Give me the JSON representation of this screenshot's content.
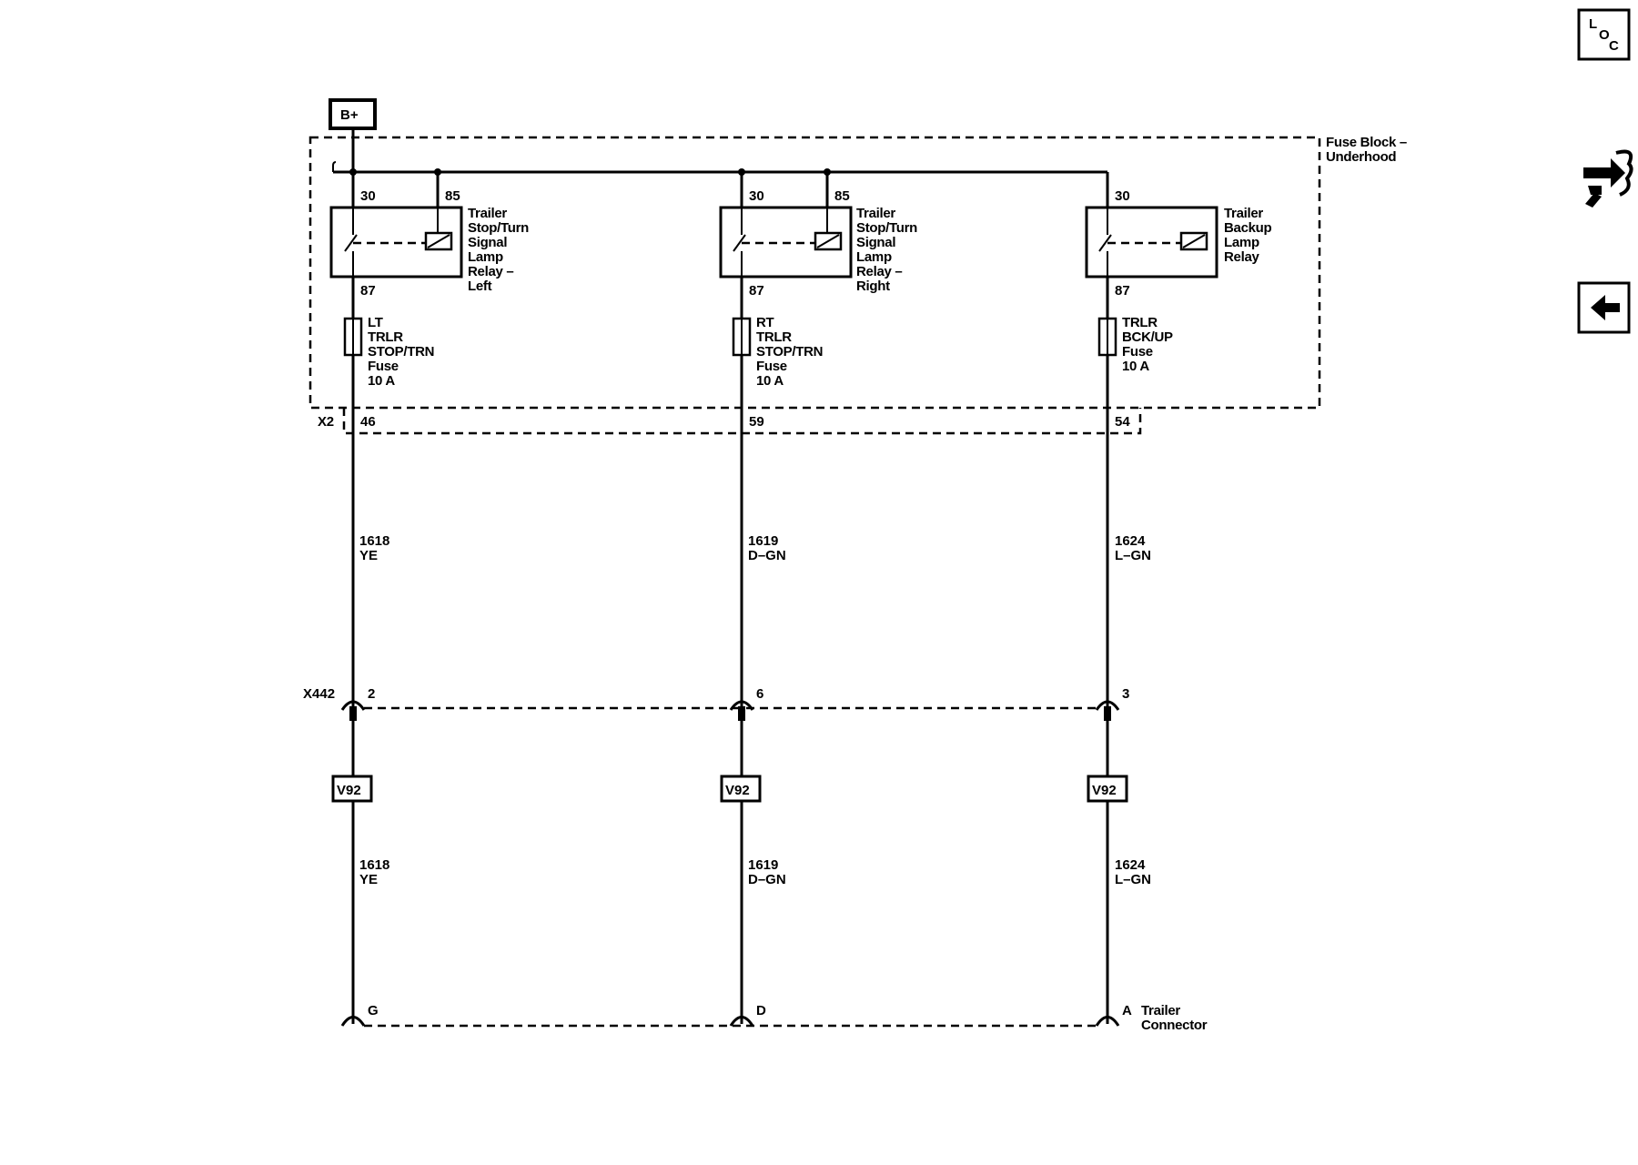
{
  "power": {
    "label": "B+"
  },
  "fuse_block": {
    "name_lines": [
      "Fuse Block –",
      "Underhood"
    ],
    "connector": "X2"
  },
  "circuits": [
    {
      "relay": {
        "pin_in": "30",
        "pin_coil": "85",
        "pin_out": "87",
        "name_lines": [
          "Trailer",
          "Stop/Turn",
          "Signal",
          "Lamp",
          "Relay –",
          "Left"
        ]
      },
      "fuse": {
        "lines": [
          "LT",
          "TRLR",
          "STOP/TRN",
          "Fuse",
          "10 A"
        ]
      },
      "x2_pin": "46",
      "wire_upper": {
        "circuit": "1618",
        "color": "YE"
      },
      "x442_pin": "2",
      "splice": "V92",
      "wire_lower": {
        "circuit": "1618",
        "color": "YE"
      },
      "trailer_pin": "G"
    },
    {
      "relay": {
        "pin_in": "30",
        "pin_coil": "85",
        "pin_out": "87",
        "name_lines": [
          "Trailer",
          "Stop/Turn",
          "Signal",
          "Lamp",
          "Relay –",
          "Right"
        ]
      },
      "fuse": {
        "lines": [
          "RT",
          "TRLR",
          "STOP/TRN",
          "Fuse",
          "10 A"
        ]
      },
      "x2_pin": "59",
      "wire_upper": {
        "circuit": "1619",
        "color": "D–GN"
      },
      "x442_pin": "6",
      "splice": "V92",
      "wire_lower": {
        "circuit": "1619",
        "color": "D–GN"
      },
      "trailer_pin": "D"
    },
    {
      "relay": {
        "pin_in": "30",
        "pin_coil": "",
        "pin_out": "87",
        "name_lines": [
          "Trailer",
          "Backup",
          "Lamp",
          "Relay"
        ]
      },
      "fuse": {
        "lines": [
          "TRLR",
          "BCK/UP",
          "Fuse",
          "10 A"
        ]
      },
      "x2_pin": "54",
      "wire_upper": {
        "circuit": "1624",
        "color": "L–GN"
      },
      "x442_pin": "3",
      "splice": "V92",
      "wire_lower": {
        "circuit": "1624",
        "color": "L–GN"
      },
      "trailer_pin": "A"
    }
  ],
  "inline_connector": {
    "name": "X442"
  },
  "trailer_connector": {
    "name_lines": [
      "Trailer",
      "Connector"
    ]
  },
  "sidebar": {
    "loc": {
      "letters": [
        "L",
        "O",
        "C"
      ],
      "icon": "loc-icon"
    },
    "connector_icon": "connector-end-view-icon",
    "back_icon": "back-arrow-icon"
  }
}
